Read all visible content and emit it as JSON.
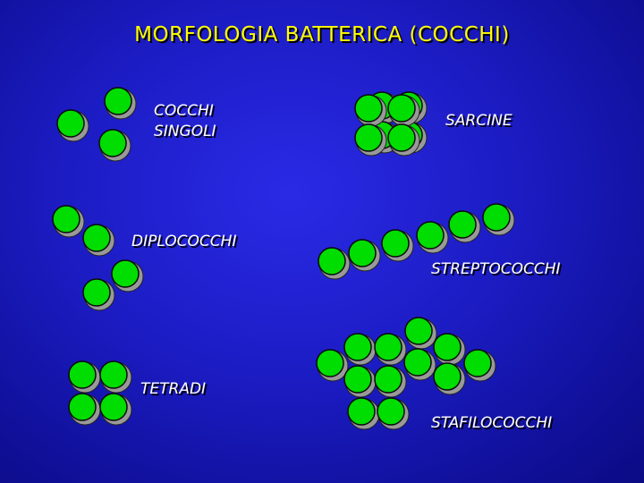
{
  "slide": {
    "title": "MORFOLOGIA BATTERICA (COCCHI)",
    "labels": {
      "cocchi_singoli_line1": "COCCHI",
      "cocchi_singoli_line2": "SINGOLI",
      "sarcine": "SARCINE",
      "diplococchi": "DIPLOCOCCHI",
      "streptococchi": "STREPTOCOCCHI",
      "tetradi": "TETRADI",
      "stafilococchi": "STAFILOCOCCHI"
    },
    "colors": {
      "background": "#1c1cc4",
      "title": "#ffff00",
      "label": "#ffffff",
      "coccus_fill": "#00dd00",
      "coccus_ring": "#999999"
    }
  }
}
